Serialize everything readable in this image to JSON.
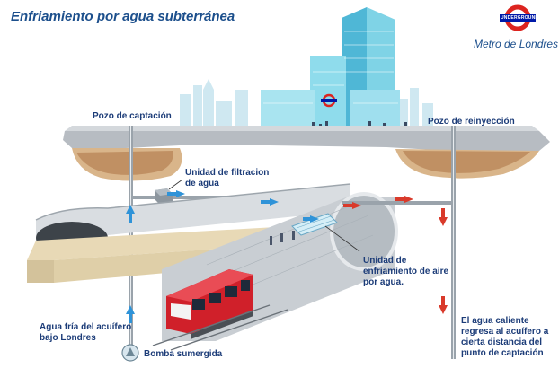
{
  "title": "Enfriamiento por agua subterránea",
  "brand": {
    "name": "Metro de Londres",
    "roundel_text": "UNDERGROUND"
  },
  "labels": {
    "pozo_captacion": "Pozo de captación",
    "pozo_reinyeccion": "Pozo de reinyección",
    "filtracion": [
      "Unidad de filtracion",
      "de agua"
    ],
    "enfriamiento": [
      "Unidad de",
      "enfriamiento de aire",
      "por agua."
    ],
    "agua_fria": [
      "Agua fría del acuífero",
      "bajo Londres"
    ],
    "bomba": "Bomba sumergida",
    "agua_caliente": [
      "El agua caliente",
      "regresa al acuífero a",
      "cierta distancia del",
      "punto de captación"
    ]
  },
  "colors": {
    "title": "#1c4f8c",
    "cold_flow": "#2f93d8",
    "hot_flow": "#d93a2b",
    "building": "#6fcfe4",
    "roundel_red": "#dc241f",
    "roundel_blue": "#0019a8",
    "train_red": "#d0202a"
  },
  "icons": [
    "flow-arrow-icon",
    "underground-roundel-icon",
    "pump-icon"
  ]
}
